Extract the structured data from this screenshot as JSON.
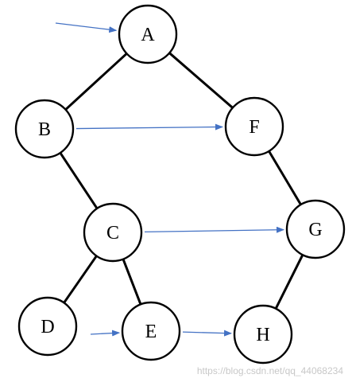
{
  "colors": {
    "node_stroke": "#000000",
    "edge": "#000000",
    "arrow": "#4472c4",
    "watermark": "#c8c8c8"
  },
  "nodes": [
    {
      "id": "A",
      "label": "A"
    },
    {
      "id": "B",
      "label": "B"
    },
    {
      "id": "F",
      "label": "F"
    },
    {
      "id": "C",
      "label": "C"
    },
    {
      "id": "G",
      "label": "G"
    },
    {
      "id": "D",
      "label": "D"
    },
    {
      "id": "E",
      "label": "E"
    },
    {
      "id": "H",
      "label": "H"
    }
  ],
  "edges": [
    {
      "from": "A",
      "to": "B"
    },
    {
      "from": "A",
      "to": "F"
    },
    {
      "from": "B",
      "to": "C"
    },
    {
      "from": "F",
      "to": "G"
    },
    {
      "from": "C",
      "to": "D"
    },
    {
      "from": "C",
      "to": "E"
    },
    {
      "from": "G",
      "to": "H"
    }
  ],
  "thread_arrows": [
    {
      "from": "start",
      "to": "A"
    },
    {
      "from": "B",
      "to": "F"
    },
    {
      "from": "C",
      "to": "G"
    },
    {
      "from": "left",
      "to": "E"
    },
    {
      "from": "E",
      "to": "H"
    }
  ],
  "watermark": "https://blog.csdn.net/qq_44068234"
}
